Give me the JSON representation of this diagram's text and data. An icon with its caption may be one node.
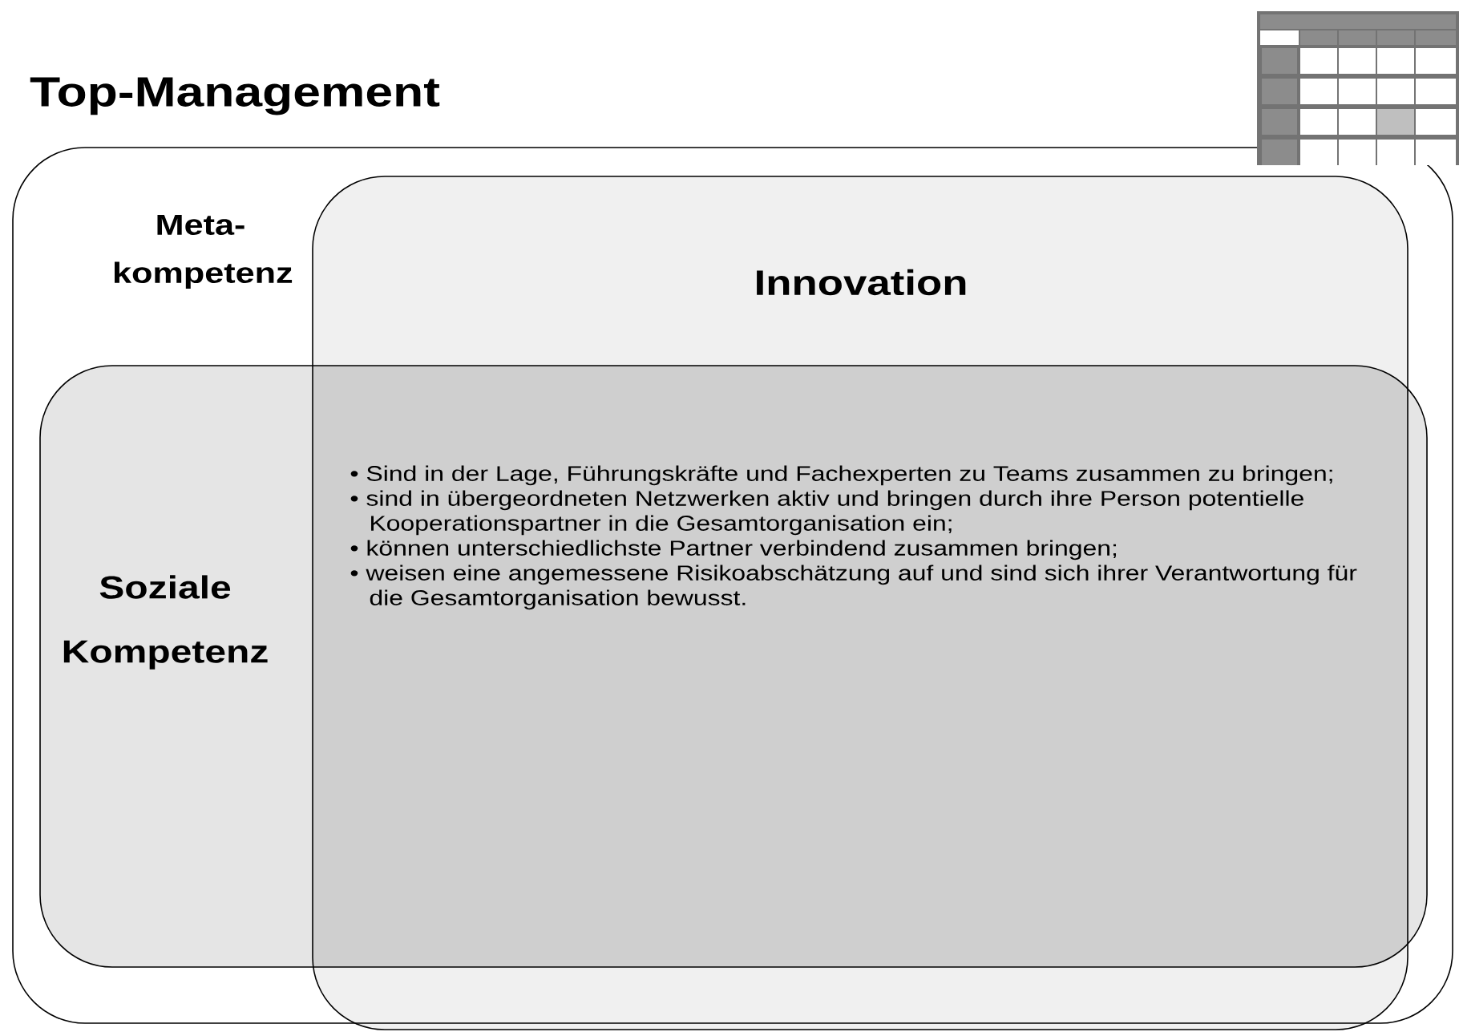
{
  "diagram": {
    "title": "Top-Management",
    "nodes": [
      {
        "text": [
          "Meta-kompetenz"
        ]
      },
      {
        "text": [
          "Innovation"
        ],
        "in": 0
      },
      {
        "text": [
          "Soziale Kompetenz"
        ],
        "in": 0
      }
    ],
    "edges": [],
    "labels": [
      "• Sind in der Lage, Führungskräfte und Fachexperten zu Teams zusammen zu bringen;",
      "• sind in übergeordneten Netzwerken aktiv und bringen durch ihre Person potentielle Kooperationspartner in die Gesamtorganisation ein;",
      "• können unterschiedlichste Partner verbindend zusammen bringen;",
      "• weisen eine angemessene Risikoabschätzung auf und sind sich ihrer Verantwortung für die Gesamtorganisation bewusst."
    ]
  }
}
